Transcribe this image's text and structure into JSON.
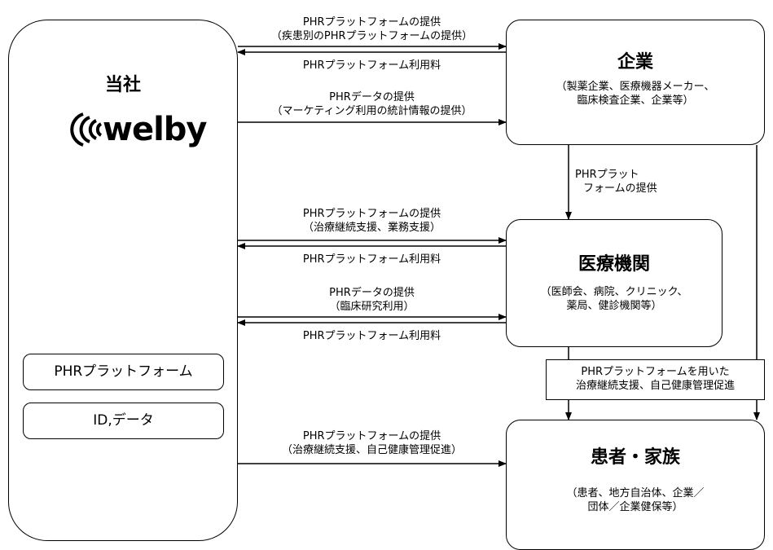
{
  "company": {
    "label": "当社",
    "logo_text": "welby",
    "items": [
      "PHRプラットフォーム",
      "ID,データ"
    ]
  },
  "enterprise": {
    "title": "企業",
    "subtitle_line1": "（製薬企業、医療機器メーカー、",
    "subtitle_line2": "臨床検査企業、企業等）"
  },
  "medical": {
    "title": "医療機関",
    "subtitle_line1": "（医師会、病院、クリニック、",
    "subtitle_line2": "薬局、健診機関等）"
  },
  "patient": {
    "title": "患者・家族",
    "subtitle_line1": "（患者、地方自治体、企業／",
    "subtitle_line2": "団体／企業健保等）"
  },
  "flows": {
    "e1_line1": "PHRプラットフォームの提供",
    "e1_line2": "（疾患別のPHRプラットフォームの提供）",
    "e_fee": "PHRプラットフォーム利用料",
    "e2_line1": "PHRデータの提供",
    "e2_line2": "（マーケティング利用の統計情報の提供）",
    "em_line1": "PHRプラット",
    "em_line2": "フォームの提供",
    "m1_line1": "PHRプラットフォームの提供",
    "m1_line2": "（治療継続支援、業務支援）",
    "m_fee1": "PHRプラットフォーム利用料",
    "m2_line1": "PHRデータの提供",
    "m2_line2": "（臨床研究利用）",
    "m_fee2": "PHRプラットフォーム利用料",
    "mp_line1": "PHRプラットフォームを用いた",
    "mp_line2": "治療継続支援、自己健康管理促進",
    "p1_line1": "PHRプラットフォームの提供",
    "p1_line2": "（治療継続支援、自己健康管理促進）"
  },
  "colors": {
    "line": "#000000",
    "background": "#ffffff"
  }
}
